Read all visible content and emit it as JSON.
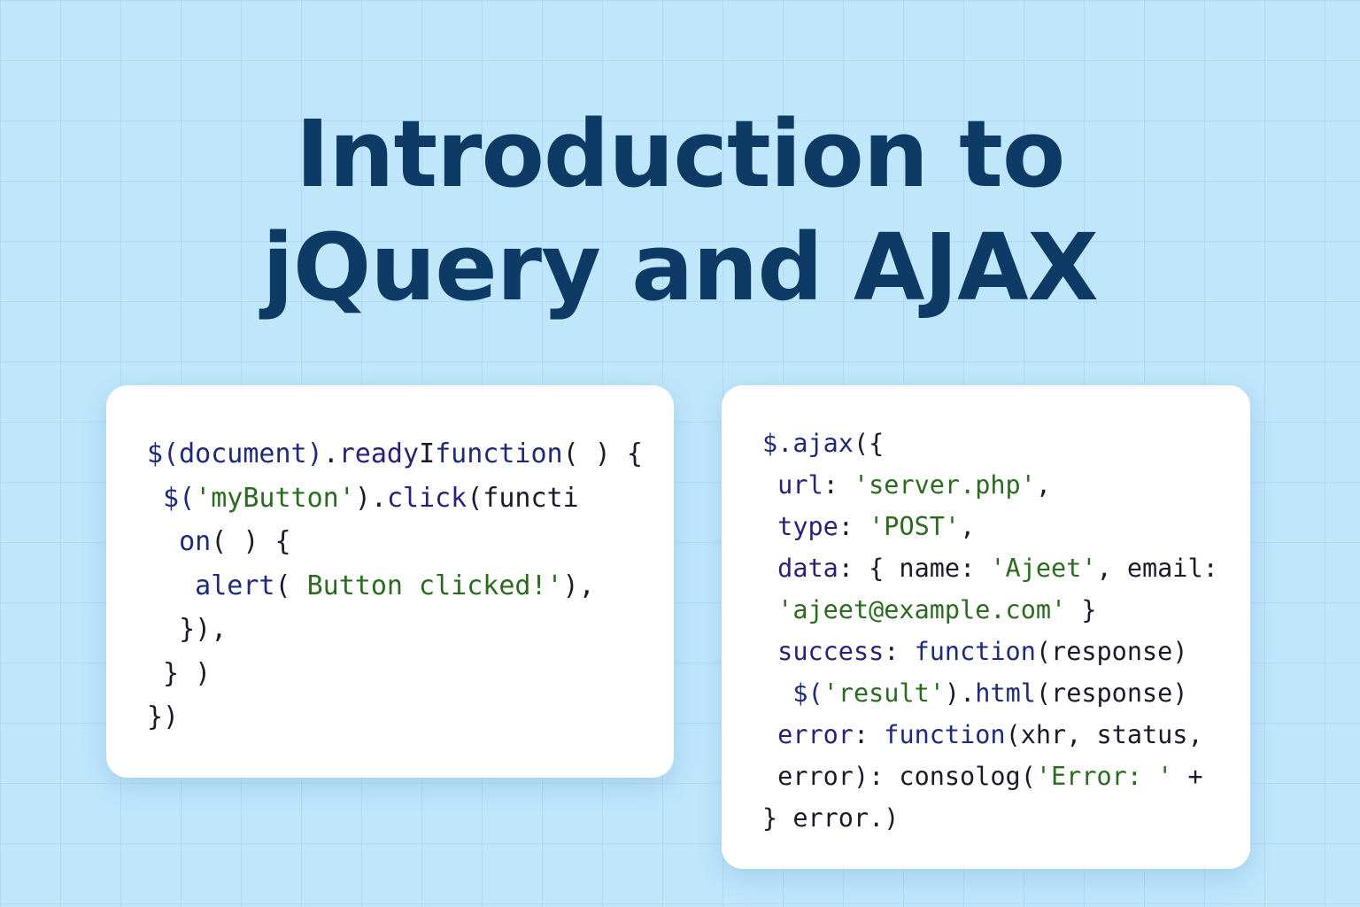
{
  "title": {
    "line1": "Introduction to",
    "line2": "jQuery and AJAX"
  },
  "code_left": {
    "lines": [
      [
        {
          "t": "$(document)",
          "c": "fn"
        },
        {
          "t": ".",
          "c": "plain"
        },
        {
          "t": "ready",
          "c": "prop"
        },
        {
          "t": "I",
          "c": "plain"
        },
        {
          "t": "function",
          "c": "fn"
        },
        {
          "t": "( ) {",
          "c": "plain"
        }
      ],
      [
        {
          "t": " $(",
          "c": "fn"
        },
        {
          "t": "'myButton'",
          "c": "str"
        },
        {
          "t": ").",
          "c": "plain"
        },
        {
          "t": "click",
          "c": "prop"
        },
        {
          "t": "(functi",
          "c": "plain"
        }
      ],
      [
        {
          "t": "  on",
          "c": "fn"
        },
        {
          "t": "( ) {",
          "c": "plain"
        }
      ],
      [
        {
          "t": "   alert",
          "c": "fn"
        },
        {
          "t": "( ",
          "c": "plain"
        },
        {
          "t": "Button clicked!'",
          "c": "str"
        },
        {
          "t": "),",
          "c": "plain"
        }
      ],
      [
        {
          "t": "  }),",
          "c": "plain"
        }
      ],
      [
        {
          "t": " } )",
          "c": "plain"
        }
      ],
      [
        {
          "t": "})",
          "c": "plain"
        }
      ]
    ]
  },
  "code_right": {
    "lines": [
      [
        {
          "t": "$",
          "c": "fn"
        },
        {
          "t": ".ajax",
          "c": "fn"
        },
        {
          "t": "({",
          "c": "plain"
        }
      ],
      [
        {
          "t": " url",
          "c": "prop"
        },
        {
          "t": ": ",
          "c": "plain"
        },
        {
          "t": "'server.php'",
          "c": "str"
        },
        {
          "t": ",",
          "c": "plain"
        }
      ],
      [
        {
          "t": " type",
          "c": "prop"
        },
        {
          "t": ": ",
          "c": "plain"
        },
        {
          "t": "'POST'",
          "c": "str"
        },
        {
          "t": ",",
          "c": "plain"
        }
      ],
      [
        {
          "t": " data",
          "c": "prop"
        },
        {
          "t": ": { name: ",
          "c": "plain"
        },
        {
          "t": "'Ajeet'",
          "c": "str"
        },
        {
          "t": ", email:",
          "c": "plain"
        }
      ],
      [
        {
          "t": " 'ajeet@example.com'",
          "c": "str"
        },
        {
          "t": " }",
          "c": "plain"
        }
      ],
      [
        {
          "t": " success",
          "c": "prop"
        },
        {
          "t": ": ",
          "c": "plain"
        },
        {
          "t": "function",
          "c": "fn"
        },
        {
          "t": "(response)",
          "c": "plain"
        }
      ],
      [
        {
          "t": "  $(",
          "c": "fn"
        },
        {
          "t": "'result'",
          "c": "str"
        },
        {
          "t": ").",
          "c": "plain"
        },
        {
          "t": "html",
          "c": "fn"
        },
        {
          "t": "(response)",
          "c": "plain"
        }
      ],
      [
        {
          "t": " error",
          "c": "prop"
        },
        {
          "t": ": ",
          "c": "plain"
        },
        {
          "t": "function",
          "c": "fn"
        },
        {
          "t": "(xhr, status,",
          "c": "plain"
        }
      ],
      [
        {
          "t": " error): consolog(",
          "c": "plain"
        },
        {
          "t": "'Error: '",
          "c": "str"
        },
        {
          "t": " +",
          "c": "plain"
        }
      ],
      [
        {
          "t": "} error.)",
          "c": "plain"
        }
      ]
    ]
  }
}
